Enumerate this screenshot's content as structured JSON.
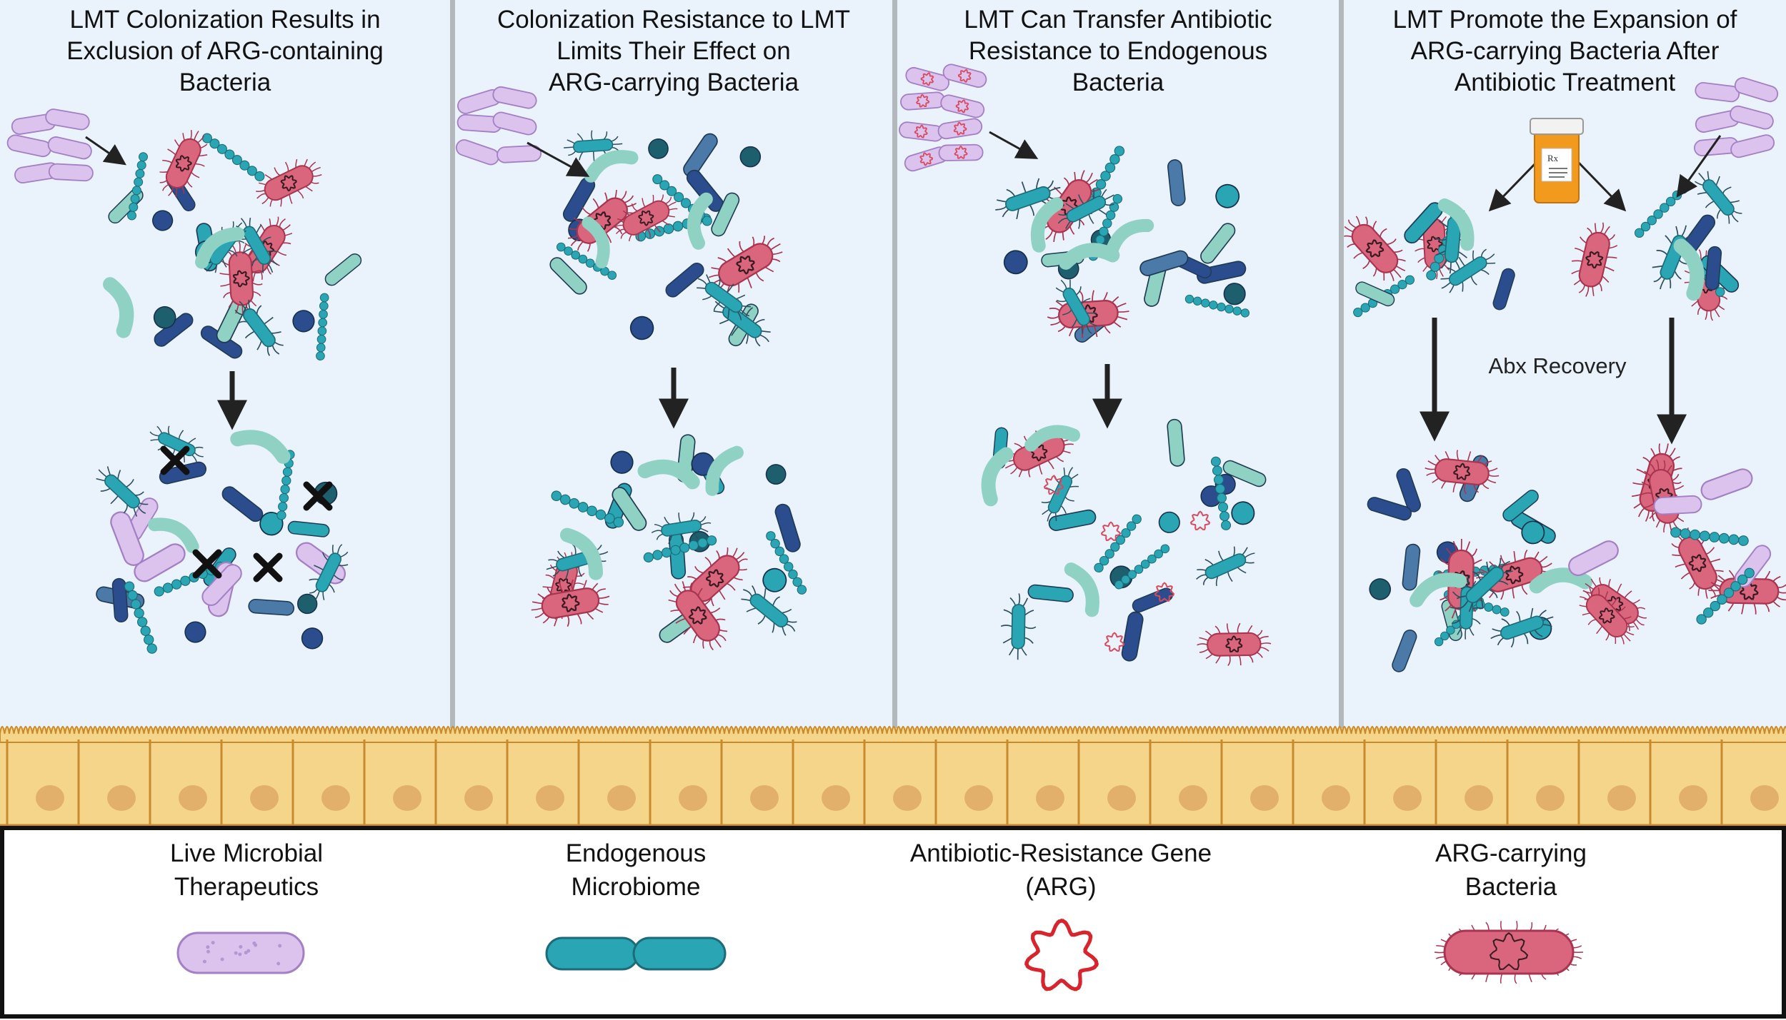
{
  "panels": [
    {
      "title_lines": [
        "LMT Colonization Results in",
        "Exclusion of ARG-containing",
        "Bacteria"
      ]
    },
    {
      "title_lines": [
        "Colonization Resistance to LMT",
        "Limits Their Effect on",
        "ARG-carrying Bacteria"
      ]
    },
    {
      "title_lines": [
        "LMT Can Transfer Antibiotic",
        "Resistance to Endogenous",
        "Bacteria"
      ]
    },
    {
      "title_lines": [
        "LMT Promote the Expansion of",
        "ARG-carrying Bacteria After",
        "Antibiotic Treatment"
      ]
    }
  ],
  "recovery_label": "Abx Recovery",
  "pill_bottle_label": "Rx",
  "legend": [
    {
      "label_lines": [
        "Live Microbial",
        "Therapeutics"
      ],
      "icon": "lmt-bacterium-icon"
    },
    {
      "label_lines": [
        "Endogenous",
        "Microbiome"
      ],
      "icon": "endogenous-bacterium-icon"
    },
    {
      "label_lines": [
        "Antibiotic-Resistance Gene",
        "(ARG)"
      ],
      "icon": "arg-plasmid-icon"
    },
    {
      "label_lines": [
        "ARG-carrying",
        "Bacteria"
      ],
      "icon": "arg-bacterium-icon"
    }
  ],
  "colors": {
    "panel_bg": "#eaf2fb",
    "divider": "#b3b8bd",
    "lmt": "#dcc3ee",
    "lmt_stroke": "#a37fc4",
    "endogenous_teal": "#2aa5b4",
    "endogenous_dark": "#2b4d8e",
    "endogenous_mint": "#8fd1c3",
    "arg_red": "#d9667c",
    "arg_stroke": "#a8344f",
    "epithelium": "#f4d58a",
    "nucleus": "#e2b06a"
  }
}
